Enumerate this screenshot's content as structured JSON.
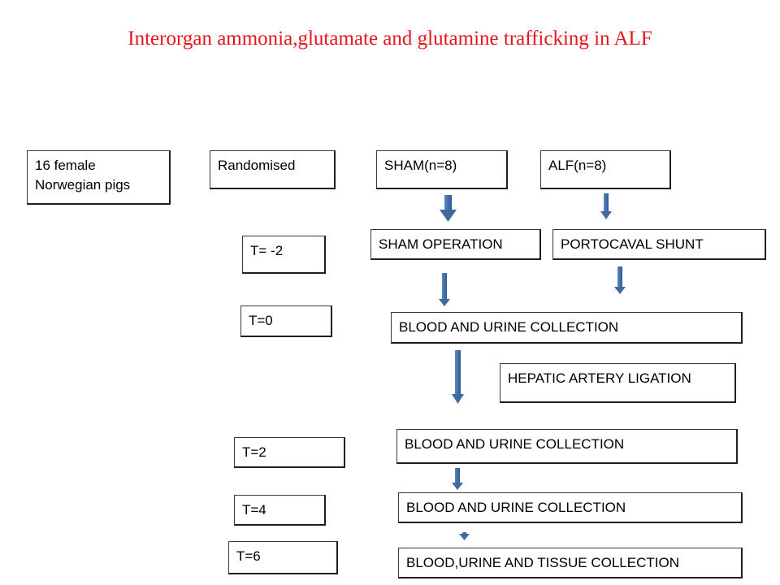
{
  "title": "Interorgan ammonia,glutamate and glutamine trafficking in ALF",
  "colors": {
    "title": "#e8141c",
    "arrow": "#3e6aa0",
    "border": "#1f1f1f"
  },
  "boxes": {
    "pigs_line1": "16 female",
    "pigs_line2": "Norwegian  pigs",
    "randomised": "Randomised",
    "sham": "SHAM(n=8)",
    "alf": "ALF(n=8)",
    "t_minus2": "T= -2",
    "sham_operation": "SHAM OPERATION",
    "portocaval_shunt": "PORTOCAVAL SHUNT",
    "t0": "T=0",
    "collection_t0": "BLOOD AND URINE COLLECTION",
    "hepatic_artery_ligation": "HEPATIC ARTERY LIGATION",
    "t2": "T=2",
    "collection_t2": "BLOOD AND URINE COLLECTION",
    "t4": "T=4",
    "collection_t4": "BLOOD AND URINE COLLECTION",
    "t6": "T=6",
    "collection_t6": "BLOOD,URINE AND TISSUE COLLECTION"
  }
}
